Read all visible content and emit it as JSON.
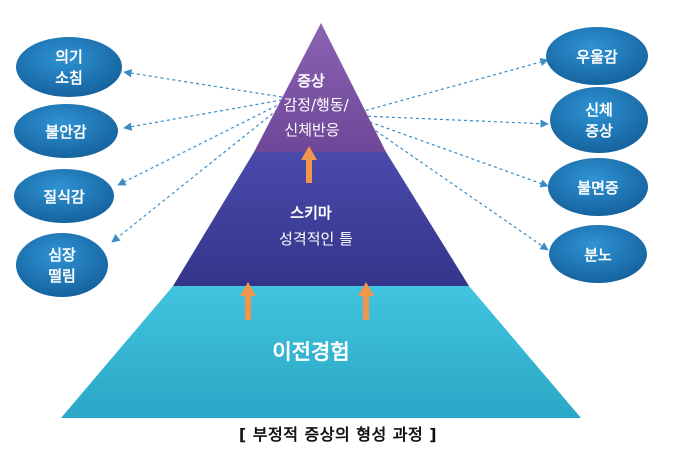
{
  "pyramid": {
    "top": {
      "title": "증상",
      "lines": [
        "감정/행동/",
        "신체반응"
      ]
    },
    "middle": {
      "title": "스키마",
      "lines": [
        "성격적인 틀"
      ]
    },
    "bottom": {
      "title": "이전경험"
    }
  },
  "left_bubbles": [
    {
      "lines": [
        "의기",
        "소침"
      ]
    },
    {
      "lines": [
        "불안감"
      ]
    },
    {
      "lines": [
        "질식감"
      ]
    },
    {
      "lines": [
        "심장",
        "떨림"
      ]
    }
  ],
  "right_bubbles": [
    {
      "lines": [
        "우울감"
      ]
    },
    {
      "lines": [
        "신체",
        "증상"
      ]
    },
    {
      "lines": [
        "불면증"
      ]
    },
    {
      "lines": [
        "분노"
      ]
    }
  ],
  "caption": "[ 부정적 증상의 형성 과정 ]",
  "colors": {
    "top_tier": "#7e55a6",
    "middle_tier": "#3e3f9c",
    "bottom_tier": "#36b8d4",
    "bubble": "#1a77b8",
    "arrow_up": "#f0954a",
    "dotted_arrow": "#3a8cc4"
  }
}
